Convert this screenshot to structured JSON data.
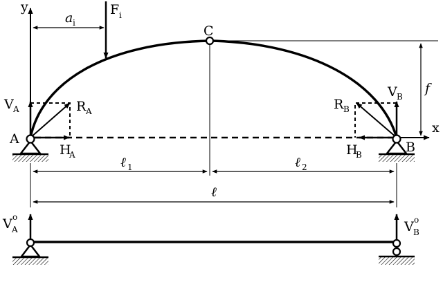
{
  "axes": {
    "y": "y",
    "x": "x"
  },
  "points": {
    "a": "A",
    "b": "B",
    "c": "C"
  },
  "load": {
    "base": "F",
    "sub": "i"
  },
  "load_offset": {
    "base": "a",
    "sub": "i"
  },
  "reactions": {
    "va": {
      "base": "V",
      "sub": "A"
    },
    "vb": {
      "base": "V",
      "sub": "B"
    },
    "ra": {
      "base": "R",
      "sub": "A"
    },
    "rb": {
      "base": "R",
      "sub": "B"
    },
    "ha": {
      "base": "H",
      "sub": "A"
    },
    "hb": {
      "base": "H",
      "sub": "B"
    }
  },
  "rise": "f",
  "spans": {
    "l1": {
      "base": "ℓ",
      "sub": "1"
    },
    "l2": {
      "base": "ℓ",
      "sub": "2"
    },
    "l": {
      "base": "ℓ"
    }
  },
  "beam_reactions": {
    "va0": {
      "base": "V",
      "sub": "A",
      "sup": "o"
    },
    "vb0": {
      "base": "V",
      "sub": "B",
      "sup": "o"
    }
  }
}
